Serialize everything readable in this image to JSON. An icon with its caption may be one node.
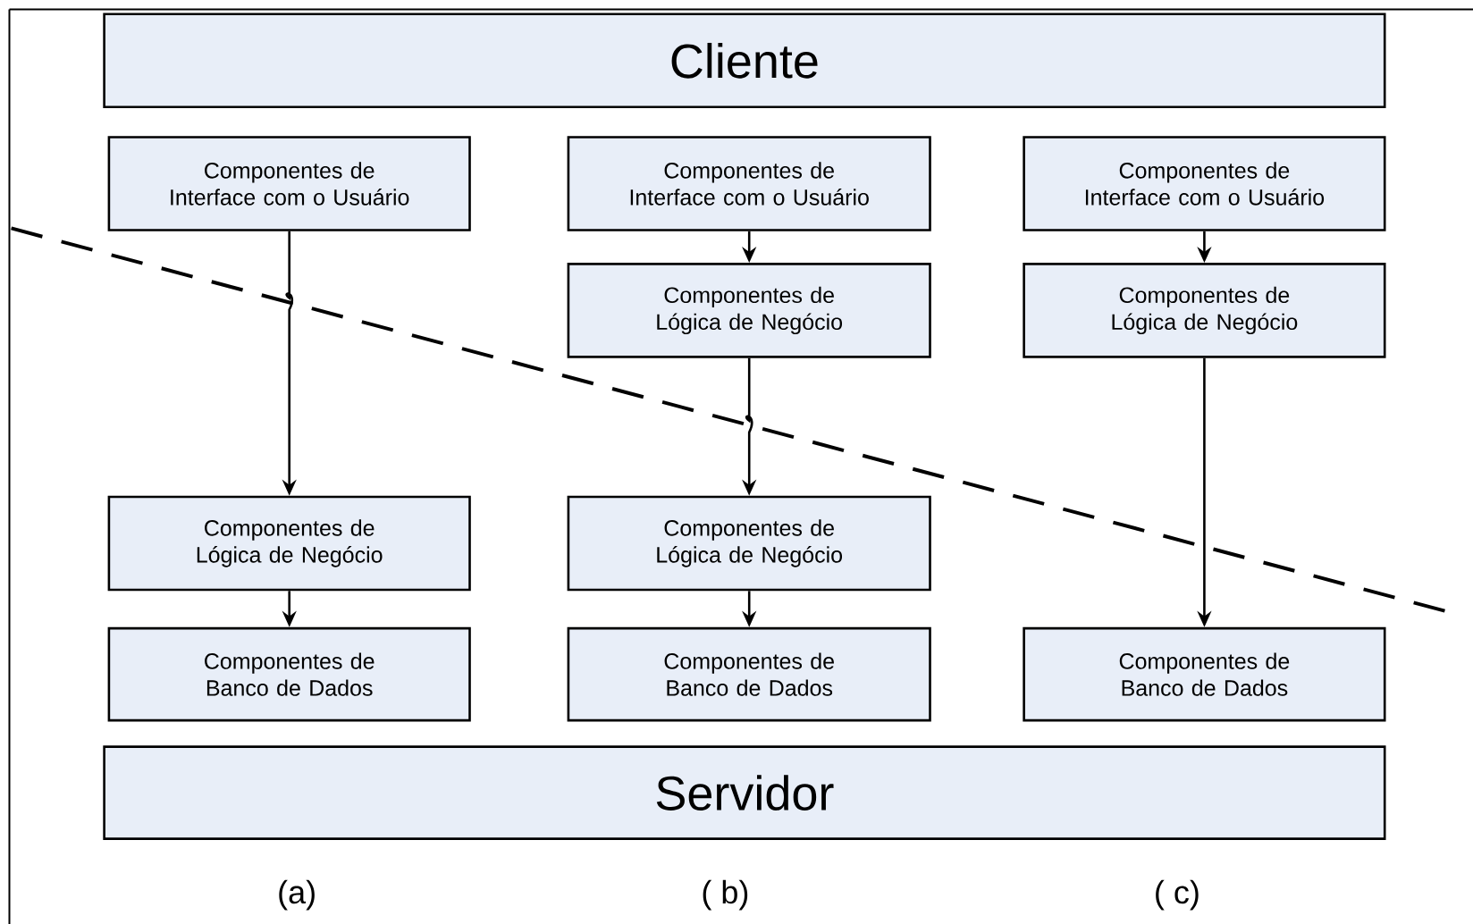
{
  "diagram": {
    "nodes": [
      {
        "text": [
          "Cliente"
        ]
      },
      {
        "text": [
          "Componentes de Interface com o Usuário"
        ]
      },
      {
        "text": [
          "Componentes de Interface com o Usuário"
        ]
      },
      {
        "text": [
          "Componentes de Interface com o Usuário"
        ]
      },
      {
        "text": [
          "Componentes de Lógica de Negócio"
        ]
      },
      {
        "text": [
          "Componentes de Lógica de Negócio"
        ]
      },
      {
        "text": [
          "Componentes de Lógica de Negócio"
        ]
      },
      {
        "text": [
          "Componentes de Lógica de Negócio"
        ]
      },
      {
        "text": [
          "Componentes de Banco de Dados"
        ]
      },
      {
        "text": [
          "Componentes de Banco de Dados"
        ]
      },
      {
        "text": [
          "Componentes de Banco de Dados"
        ]
      },
      {
        "text": [
          "Servidor"
        ]
      }
    ],
    "edges": [
      {
        "from": 1,
        "to": 6,
        "arrow": "to"
      },
      {
        "from": 6,
        "to": 8,
        "arrow": "to"
      },
      {
        "from": 2,
        "to": 4,
        "arrow": "to"
      },
      {
        "from": 4,
        "to": 7,
        "arrow": "to"
      },
      {
        "from": 7,
        "to": 9,
        "arrow": "to"
      },
      {
        "from": 3,
        "to": 5,
        "arrow": "to"
      },
      {
        "from": 5,
        "to": 10,
        "arrow": "to"
      }
    ],
    "labels": [
      "(a)",
      "( b)",
      "( c)"
    ]
  }
}
